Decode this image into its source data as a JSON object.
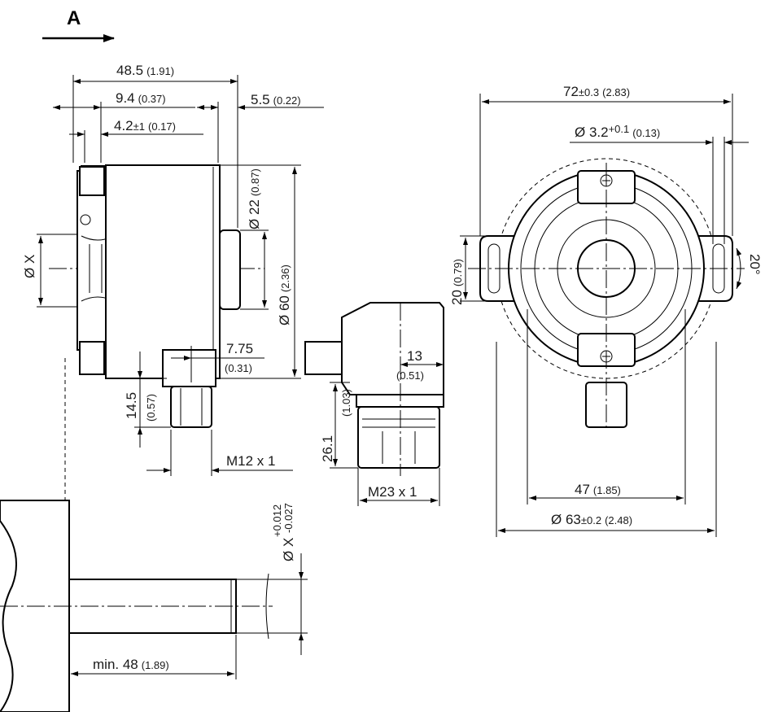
{
  "view_marker": "A",
  "side_view": {
    "overall_length": "48.5",
    "overall_length_in": "(1.91)",
    "flange_offset": "9.4",
    "flange_offset_in": "(0.37)",
    "hub_length": "5.5",
    "hub_length_in": "(0.22)",
    "stator_offset": "4.2",
    "stator_offset_tol": "±1",
    "stator_offset_in": "(0.17)",
    "hub_diameter": "Ø 22",
    "hub_diameter_in": "(0.87)",
    "body_diameter": "Ø 60",
    "body_diameter_in": "(2.36)",
    "bore_diameter": "Ø X",
    "connector_offset": "7.75",
    "connector_offset_in": "(0.31)",
    "connector_height": "14.5",
    "connector_height_in": "(0.57)",
    "connector_thread": "M12 x 1"
  },
  "connector_view": {
    "offset": "13",
    "offset_in": "(0.51)",
    "height": "26.1",
    "height_in": "(1.03)",
    "thread": "M23 x 1"
  },
  "front_view": {
    "width": "72",
    "width_tol": "±0.3",
    "width_in": "(2.83)",
    "slot_diameter": "Ø 3.2",
    "slot_tol": "+0.1",
    "slot_in": "(0.13)",
    "slot_height": "20",
    "slot_height_in": "(0.79)",
    "angle": "20°",
    "pitch": "47",
    "pitch_in": "(1.85)",
    "outer_diameter": "Ø 63",
    "outer_diameter_tol": "±0.2",
    "outer_diameter_in": "(2.48)"
  },
  "shaft_view": {
    "shaft_diameter": "Ø X",
    "tol_upper": "+0.012",
    "tol_lower": "-0.027",
    "min_length": "min. 48",
    "min_length_in": "(1.89)"
  }
}
